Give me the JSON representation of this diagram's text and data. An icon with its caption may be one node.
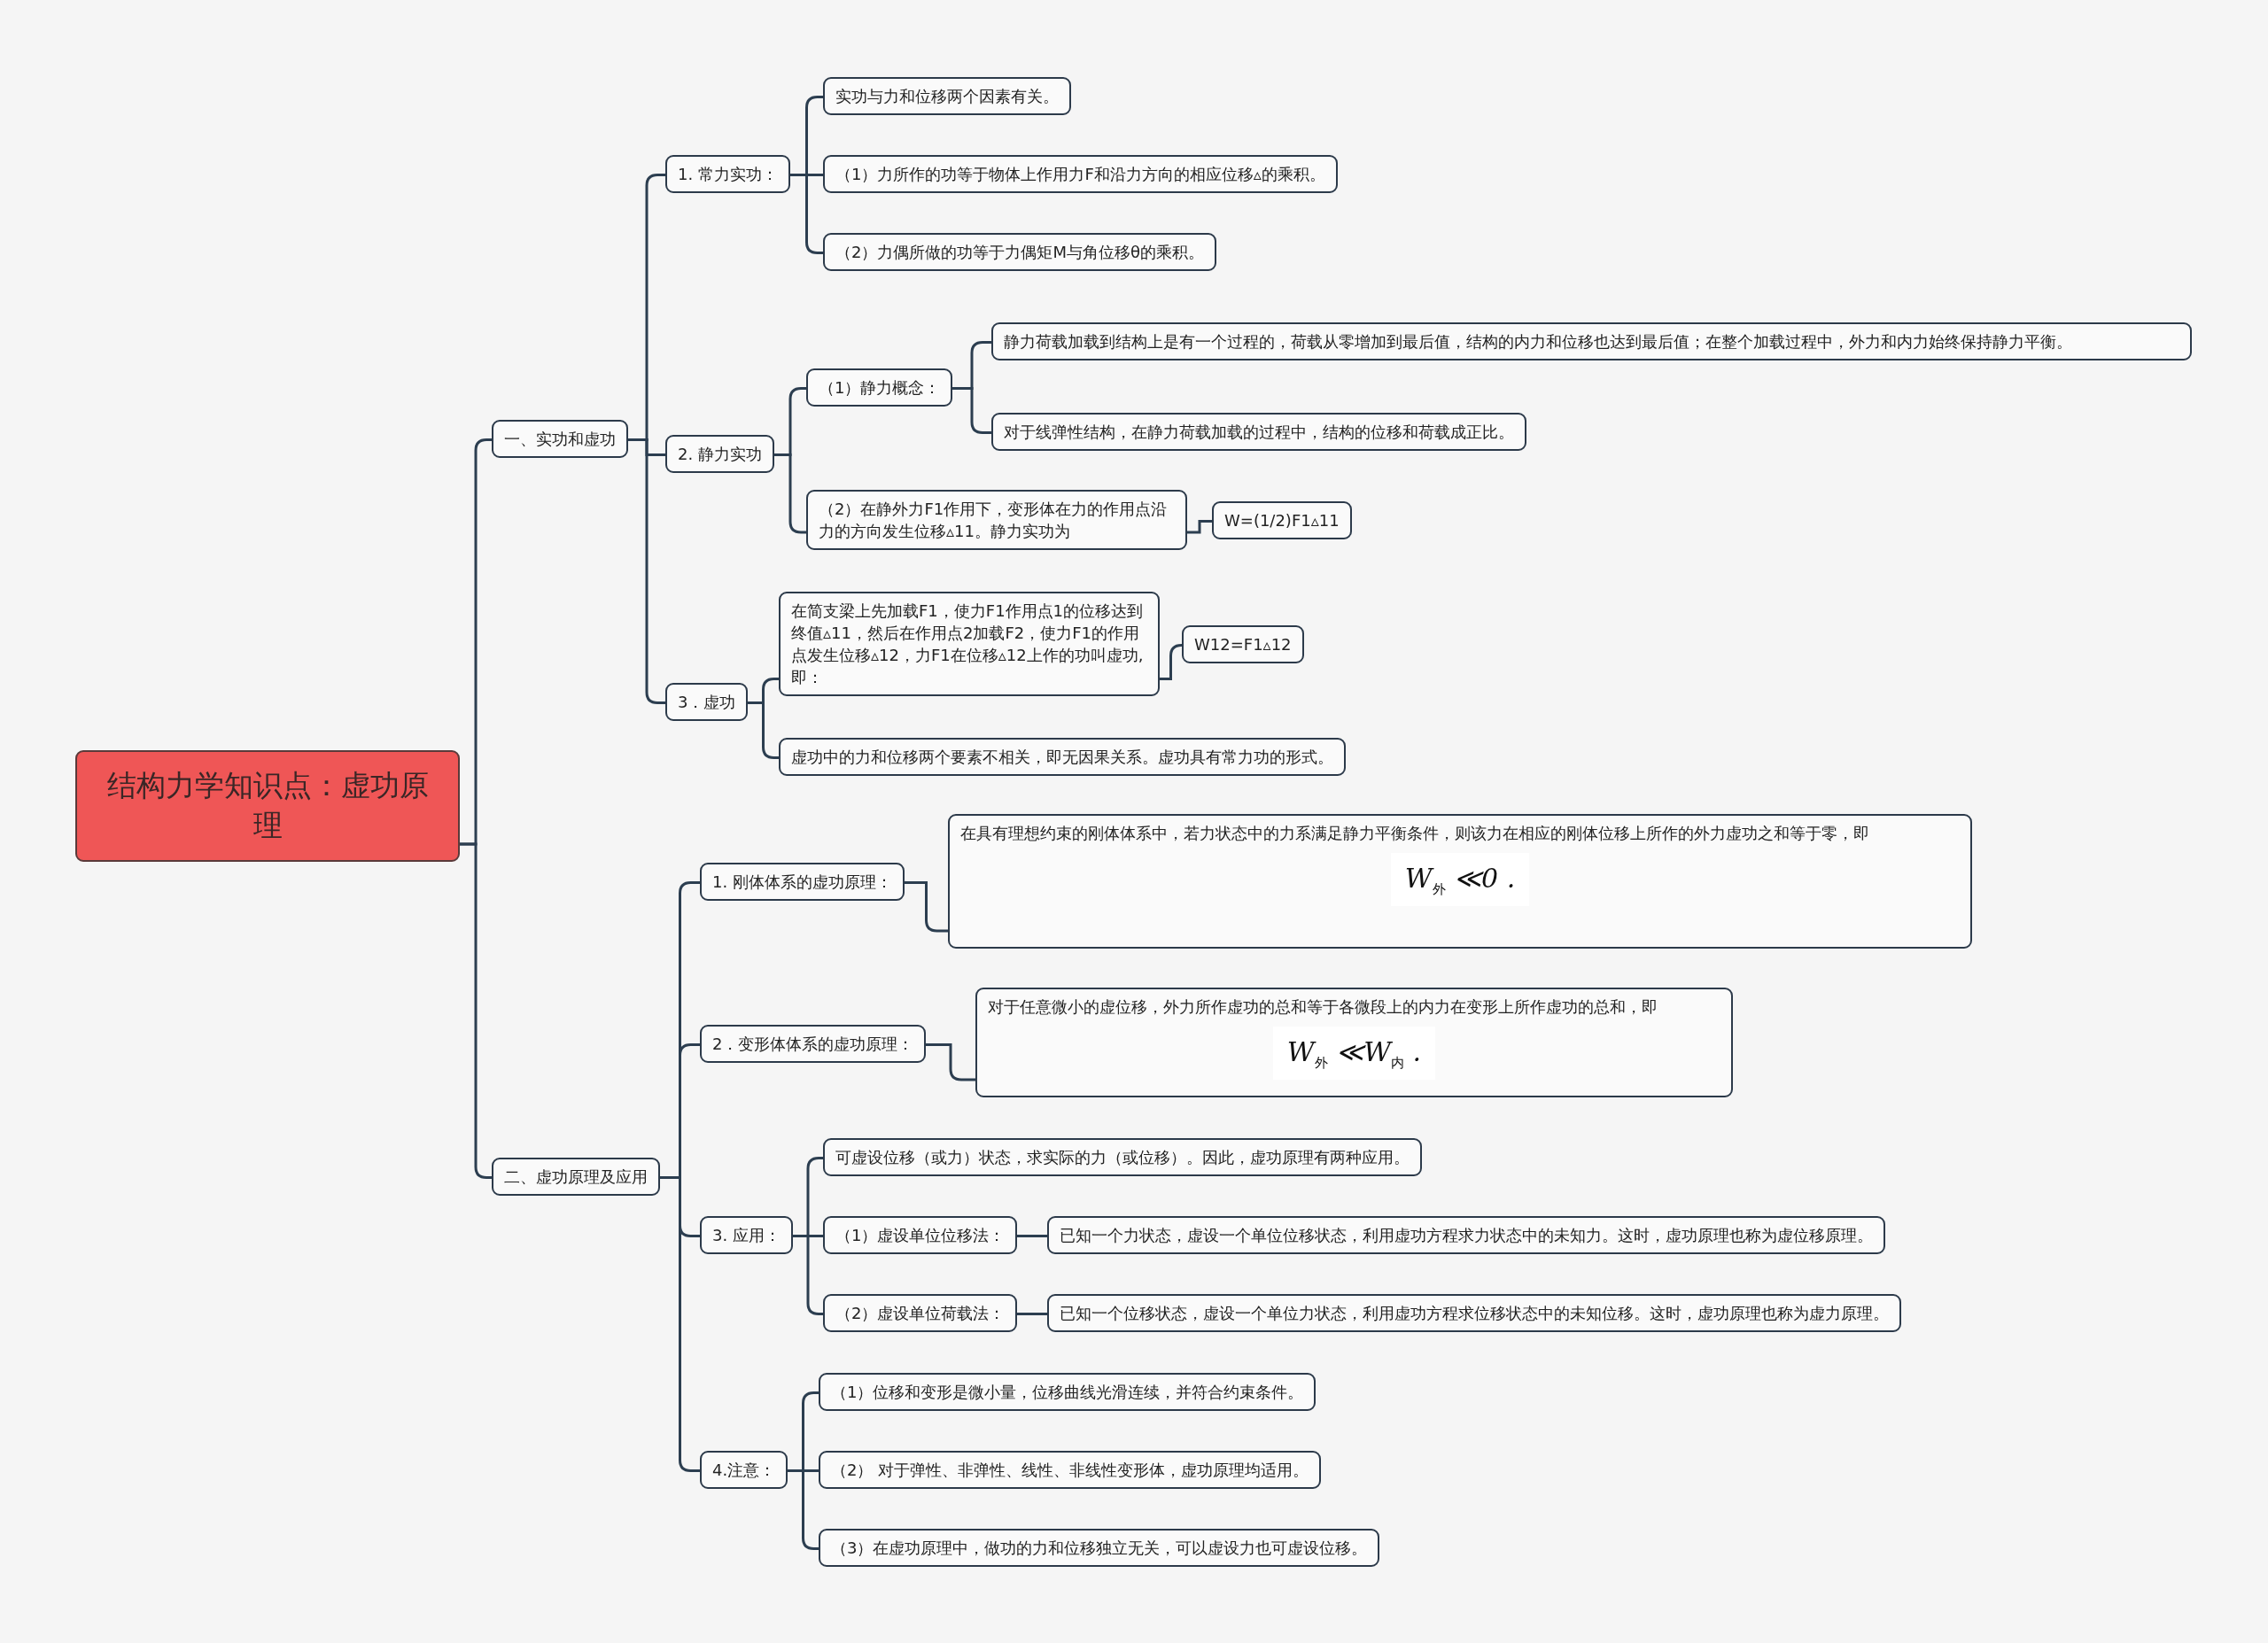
{
  "diagram": {
    "nodes": [
      {
        "text": [
          "结构力学知识点：虚功原理"
        ]
      },
      {
        "text": [
          "一、实功和虚功"
        ]
      },
      {
        "text": [
          "1. 常力实功："
        ]
      },
      {
        "text": [
          "实功与力和位移两个因素有关。"
        ]
      },
      {
        "text": [
          "（1）力所作的功等于物体上作用力F和沿力方向的相应位移▵的乘积。"
        ]
      },
      {
        "text": [
          "（2）力偶所做的功等于力偶矩M与角位移θ的乘积。"
        ]
      },
      {
        "text": [
          "2. 静力实功"
        ]
      },
      {
        "text": [
          "（1）静力概念："
        ]
      },
      {
        "text": [
          "静力荷载加载到结构上是有一个过程的，荷载从零增加到最后值，结构的内力和位移也达到最后值；在整个加载过程中，外力和内力始终保持静力平衡。"
        ]
      },
      {
        "text": [
          "对于线弹性结构，在静力荷载加载的过程中，结构的位移和荷载成正比。"
        ]
      },
      {
        "text": [
          "（2）在静外力F1作用下，变形体在力的作用点沿力的方向发生位移▵11。静力实功为"
        ]
      },
      {
        "text": [
          "W=(1/2)F1▵11"
        ]
      },
      {
        "text": [
          "3．虚功"
        ]
      },
      {
        "text": [
          "在简支梁上先加载F1，使力F1作用点1的位移达到终值▵11，然后在作用点2加载F2，使力F1的作用点发生位移▵12，力F1在位移▵12上作的功叫虚功,即："
        ]
      },
      {
        "text": [
          "W12=F1▵12"
        ]
      },
      {
        "text": [
          "虚功中的力和位移两个要素不相关，即无因果关系。虚功具有常力功的形式。"
        ]
      },
      {
        "text": [
          "二、虚功原理及应用"
        ]
      },
      {
        "text": [
          "1. 刚体体系的虚功原理："
        ]
      },
      {
        "text": [
          "在具有理想约束的刚体体系中，若力状态中的力系满足静力平衡条件，则该力在相应的刚体位移上所作的外力虚功之和等于零，即",
          "W$_{外}$ ≪0 ."
        ]
      },
      {
        "text": [
          "2．变形体体系的虚功原理："
        ]
      },
      {
        "text": [
          "对于任意微小的虚位移，外力所作虚功的总和等于各微段上的内力在变形上所作虚功的总和，即",
          "W$_{外}$ ≪W$_{内}$ ."
        ]
      },
      {
        "text": [
          "3. 应用："
        ]
      },
      {
        "text": [
          "可虚设位移（或力）状态，求实际的力（或位移）。因此，虚功原理有两种应用。"
        ]
      },
      {
        "text": [
          "（1）虚设单位位移法："
        ]
      },
      {
        "text": [
          "已知一个力状态，虚设一个单位位移状态，利用虚功方程求力状态中的未知力。这时，虚功原理也称为虚位移原理。"
        ]
      },
      {
        "text": [
          "（2）虚设单位荷载法："
        ]
      },
      {
        "text": [
          "已知一个位移状态，虚设一个单位力状态，利用虚功方程求位移状态中的未知位移。这时，虚功原理也称为虚力原理。"
        ]
      },
      {
        "text": [
          "4.注意："
        ]
      },
      {
        "text": [
          "（1）位移和变形是微小量，位移曲线光滑连续，并符合约束条件。"
        ]
      },
      {
        "text": [
          "（2） 对于弹性、非弹性、线性、非线性变形体，虚功原理均适用。"
        ]
      },
      {
        "text": [
          "（3）在虚功原理中，做功的力和位移独立无关，可以虚设力也可虚设位移。"
        ]
      }
    ],
    "edges": [
      {
        "from": 0,
        "to": 1,
        "arrow": "none"
      },
      {
        "from": 0,
        "to": 16,
        "arrow": "none"
      },
      {
        "from": 1,
        "to": 2,
        "arrow": "none"
      },
      {
        "from": 1,
        "to": 6,
        "arrow": "none"
      },
      {
        "from": 1,
        "to": 12,
        "arrow": "none"
      },
      {
        "from": 2,
        "to": 3,
        "arrow": "none"
      },
      {
        "from": 2,
        "to": 4,
        "arrow": "none"
      },
      {
        "from": 2,
        "to": 5,
        "arrow": "none"
      },
      {
        "from": 6,
        "to": 7,
        "arrow": "none"
      },
      {
        "from": 6,
        "to": 10,
        "arrow": "none"
      },
      {
        "from": 7,
        "to": 8,
        "arrow": "none"
      },
      {
        "from": 7,
        "to": 9,
        "arrow": "none"
      },
      {
        "from": 10,
        "to": 11,
        "arrow": "none"
      },
      {
        "from": 12,
        "to": 13,
        "arrow": "none"
      },
      {
        "from": 12,
        "to": 15,
        "arrow": "none"
      },
      {
        "from": 13,
        "to": 14,
        "arrow": "none"
      },
      {
        "from": 16,
        "to": 17,
        "arrow": "none"
      },
      {
        "from": 16,
        "to": 19,
        "arrow": "none"
      },
      {
        "from": 16,
        "to": 21,
        "arrow": "none"
      },
      {
        "from": 16,
        "to": 27,
        "arrow": "none"
      },
      {
        "from": 17,
        "to": 18,
        "arrow": "none"
      },
      {
        "from": 19,
        "to": 20,
        "arrow": "none"
      },
      {
        "from": 21,
        "to": 22,
        "arrow": "none"
      },
      {
        "from": 21,
        "to": 23,
        "arrow": "none"
      },
      {
        "from": 21,
        "to": 25,
        "arrow": "none"
      },
      {
        "from": 23,
        "to": 24,
        "arrow": "none"
      },
      {
        "from": 25,
        "to": 26,
        "arrow": "none"
      },
      {
        "from": 27,
        "to": 28,
        "arrow": "none"
      },
      {
        "from": 27,
        "to": 29,
        "arrow": "none"
      },
      {
        "from": 27,
        "to": 30,
        "arrow": "none"
      }
    ]
  }
}
